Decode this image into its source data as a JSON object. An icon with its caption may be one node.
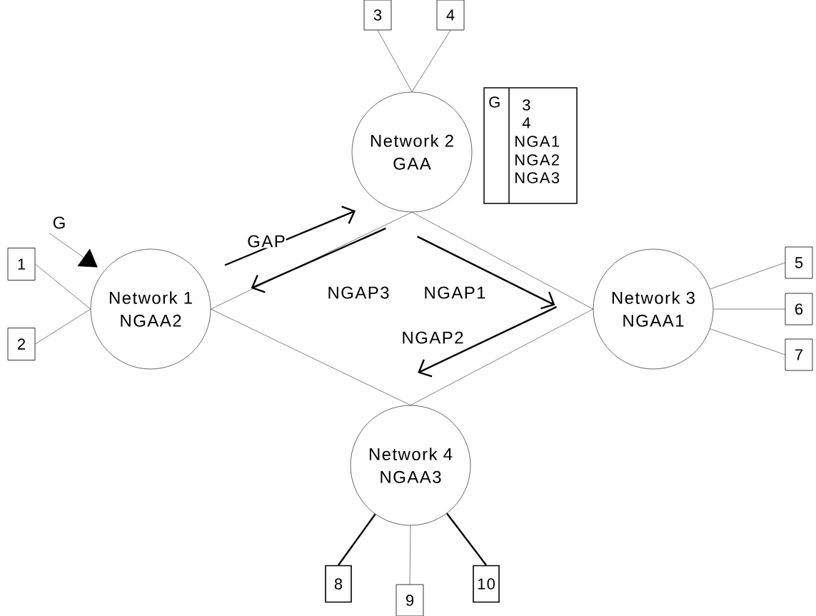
{
  "diagram": {
    "nodes": [
      {
        "text": [
          "3"
        ]
      },
      {
        "text": [
          "4"
        ]
      },
      {
        "text": [
          "Network 2",
          "GAA"
        ]
      },
      {
        "text": [
          "G",
          "3",
          "4",
          "NGA1",
          "NGA2",
          "NGA3"
        ]
      },
      {
        "text": [
          "G"
        ]
      },
      {
        "text": [
          "1"
        ]
      },
      {
        "text": [
          "Network 1",
          "NGAA2"
        ]
      },
      {
        "text": [
          "5"
        ]
      },
      {
        "text": [
          "Network 3",
          "NGAA1"
        ]
      },
      {
        "text": [
          "6"
        ]
      },
      {
        "text": [
          "2"
        ]
      },
      {
        "text": [
          "7"
        ]
      },
      {
        "text": [
          "Network 4",
          "NGAA3"
        ]
      },
      {
        "text": [
          "8"
        ]
      },
      {
        "text": [
          "10"
        ]
      },
      {
        "text": [
          "9"
        ]
      }
    ],
    "edges": [
      {
        "from": 0,
        "to": 2,
        "arrow": "none"
      },
      {
        "from": 1,
        "to": 2,
        "arrow": "none"
      },
      {
        "from": 5,
        "to": 6,
        "arrow": "none"
      },
      {
        "from": 10,
        "to": 6,
        "arrow": "none"
      },
      {
        "from": 7,
        "to": 8,
        "arrow": "none"
      },
      {
        "from": 9,
        "to": 8,
        "arrow": "none"
      },
      {
        "from": 11,
        "to": 8,
        "arrow": "none"
      },
      {
        "from": 12,
        "to": 13,
        "arrow": "none",
        "style": "thick"
      },
      {
        "from": 12,
        "to": 15,
        "arrow": "none"
      },
      {
        "from": 12,
        "to": 14,
        "arrow": "none",
        "style": "thick"
      },
      {
        "from": 6,
        "to": 2,
        "arrow": "none"
      },
      {
        "from": 2,
        "to": 8,
        "arrow": "none"
      },
      {
        "from": 8,
        "to": 12,
        "arrow": "none"
      },
      {
        "from": 12,
        "to": 6,
        "arrow": "none"
      },
      {
        "from": 6,
        "to": 2,
        "arrow": "to",
        "label": "GAP",
        "style": "thick"
      },
      {
        "from": 2,
        "to": 6,
        "arrow": "to",
        "label": "NGAP3",
        "style": "thick"
      },
      {
        "from": 2,
        "to": 8,
        "arrow": "to",
        "label": "NGAP1",
        "style": "thick"
      },
      {
        "from": 8,
        "to": 12,
        "arrow": "to",
        "label": "NGAP2",
        "style": "thick"
      },
      {
        "from": 4,
        "to": 6,
        "arrow": "to"
      }
    ]
  }
}
